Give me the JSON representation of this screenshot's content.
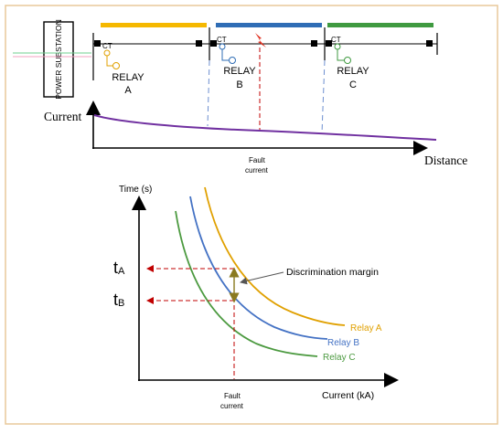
{
  "substation": {
    "label": "POWER SUBSTATION"
  },
  "relays": [
    {
      "ct_label": "CT",
      "name_line1": "RELAY",
      "name_line2": "A",
      "segment_color": "#f5b800"
    },
    {
      "ct_label": "CT",
      "name_line1": "RELAY",
      "name_line2": "B",
      "segment_color": "#2f6db5"
    },
    {
      "ct_label": "CT",
      "name_line1": "RELAY",
      "name_line2": "C",
      "segment_color": "#3f9a40"
    }
  ],
  "top_graph": {
    "y_label": "Current",
    "x_label": "Distance",
    "fault_label_line1": "Fault",
    "fault_label_line2": "current",
    "curve_color": "#7030a0"
  },
  "bottom_chart": {
    "y_label": "Time (s)",
    "x_label": "Current (kA)",
    "tick_a_main": "t",
    "tick_a_sub": "A",
    "tick_b_main": "t",
    "tick_b_sub": "B",
    "margin_label": "Discrimination margin",
    "fault_label_line1": "Fault",
    "fault_label_line2": "current",
    "curves": [
      {
        "name": "Relay A",
        "color": "#e0a000"
      },
      {
        "name": "Relay B",
        "color": "#4472c4"
      },
      {
        "name": "Relay C",
        "color": "#4c9a40"
      }
    ],
    "guide_color": "#c00000"
  },
  "colors": {
    "frame": "#e8c89a",
    "line": "#000000",
    "fault": "#e03020"
  }
}
